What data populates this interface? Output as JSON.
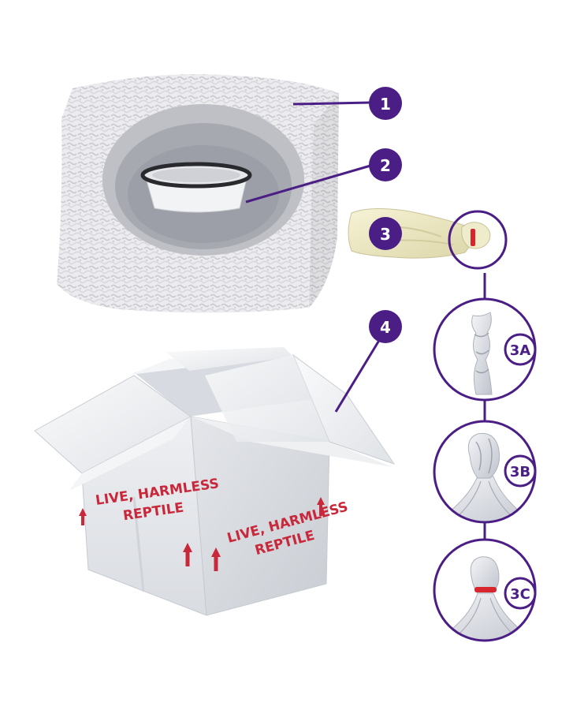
{
  "colors": {
    "accent": "#4b1e86",
    "label_red": "#c8283a",
    "foam": "#e9e9ec",
    "box": "#e6e8ec"
  },
  "callouts": [
    {
      "label": "1",
      "icon": "foam-block"
    },
    {
      "label": "2",
      "icon": "deli-cup"
    },
    {
      "label": "3",
      "icon": "cloth-bag"
    },
    {
      "label": "4",
      "icon": "shipping-box"
    }
  ],
  "steps": [
    {
      "label": "3A",
      "icon": "twisted-bag-neck"
    },
    {
      "label": "3B",
      "icon": "folded-bag-neck"
    },
    {
      "label": "3C",
      "icon": "banded-bag-neck"
    }
  ],
  "box": {
    "front_line1": "LIVE, HARMLESS",
    "front_line2": "REPTILE",
    "side_line1": "LIVE, HARMLESS",
    "side_line2": "REPTILE"
  }
}
